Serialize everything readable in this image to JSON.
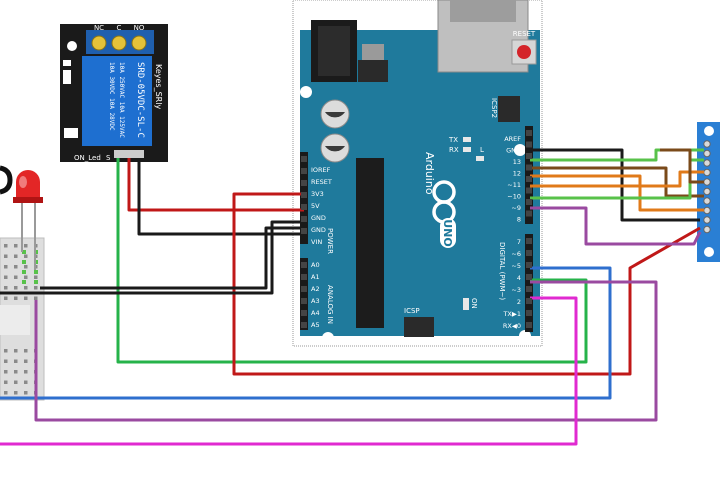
{
  "relay": {
    "model": "Keyes_SRly",
    "part": "SRD-05VDC-SL-C",
    "rating_lines": [
      "10A 250VAC  10A 125VAC",
      "10A 30VDC   10A 28VDC"
    ],
    "terminals": [
      "NC",
      "C",
      "NO"
    ],
    "led_label": "ON_Led",
    "pin_label": "S"
  },
  "arduino": {
    "brand": "Arduino",
    "model": "UNO",
    "reset_label": "RESET",
    "icsp2_label": "ICSP2",
    "icsp_label": "ICSP",
    "tx_label": "TX",
    "rx_label": "RX",
    "l_label": "L",
    "on_label": "ON",
    "power_header": [
      "IOREF",
      "RESET",
      "3V3",
      "5V",
      "GND",
      "GND",
      "VIN"
    ],
    "power_title": "POWER",
    "analog_header": [
      "A0",
      "A1",
      "A2",
      "A3",
      "A4",
      "A5"
    ],
    "analog_title": "ANALOG IN",
    "digital_top": [
      "AREF",
      "GND",
      "13",
      "12",
      "~11",
      "~10",
      "~9",
      "8"
    ],
    "digital_bottom": [
      "7",
      "~6",
      "~5",
      "4",
      "~3",
      "2",
      "TX▶1",
      "RX◀0"
    ],
    "digital_title": "DIGITAL (PWM~)"
  },
  "colors": {
    "board": "#1f7a9c",
    "relay_board": "#1a1a1a",
    "relay_block": "#1e6fd0",
    "terminal_block": "#1f5fae",
    "module": "#2a7fd4",
    "led": "#e32626",
    "wire_red": "#c01818",
    "wire_black": "#1a1a1a",
    "wire_green": "#26b34a",
    "wire_blue": "#2f6fce",
    "wire_purple": "#9a4aa0",
    "wire_pink": "#e02ad0",
    "wire_orange": "#e07a1a",
    "wire_brown": "#7a4a1a",
    "wire_lightgreen": "#58c24a"
  }
}
